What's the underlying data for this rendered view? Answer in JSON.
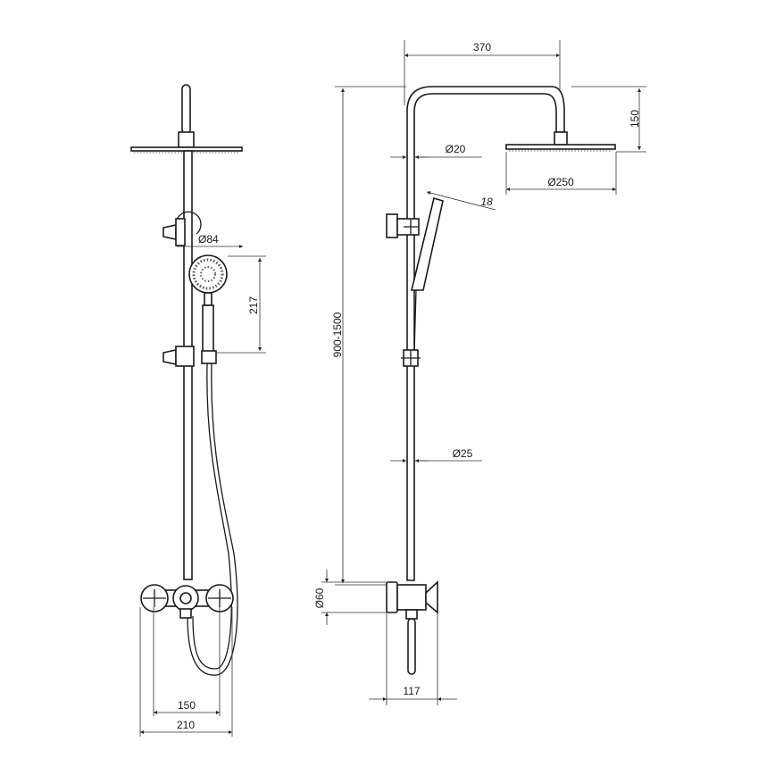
{
  "drawing": {
    "front_view": {
      "hand_shower_diameter": "Ø84",
      "hand_shower_height": "217",
      "valve_spacing": "150",
      "mixer_width": "210"
    },
    "side_view": {
      "arm_length": "370",
      "arm_drop": "150",
      "arm_tube_diameter": "Ø20",
      "head_diameter": "Ø250",
      "hand_shower_angle": "18",
      "column_height": "900-1500",
      "column_diameter": "Ø25",
      "escutcheon_diameter": "Ø60",
      "wall_projection": "117"
    }
  }
}
